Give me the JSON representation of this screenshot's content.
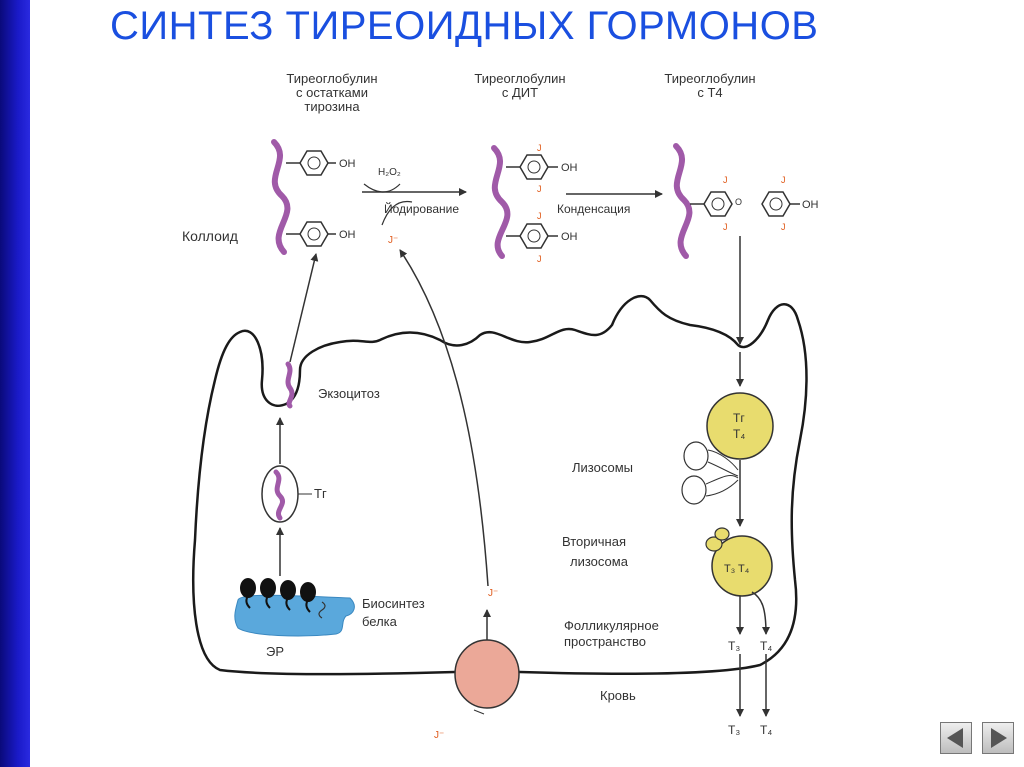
{
  "title": "СИНТЕЗ ТИРЕОИДНЫХ ГОРМОНОВ",
  "stage_headers": {
    "tyrosine": [
      "Тиреоглобулин",
      "с остатками",
      "тирозина"
    ],
    "dit": [
      "Тиреоглобулин",
      "с ДИТ"
    ],
    "t4": [
      "Тиреоглобулин",
      "с Т4"
    ]
  },
  "labels": {
    "colloid": "Коллоид",
    "iodination": "Йодирование",
    "condensation": "Конденсация",
    "exocytosis": "Экзоцитоз",
    "lysosomes": "Лизосомы",
    "secondary_lysosome": [
      "Вторичная",
      "лизосома"
    ],
    "follicular_space": [
      "Фолликулярное",
      "пространство"
    ],
    "blood": "Кровь",
    "biosynthesis": [
      "Биосинтез",
      "белка"
    ],
    "er": "ЭР",
    "tg": "Тг",
    "h2o2": "H₂O₂",
    "iodide": "J⁻",
    "oh": "OH",
    "iodine": "J",
    "o": "O",
    "t3": "T₃",
    "t4": "T₄",
    "lyso_tg": "Тг",
    "lyso_t4": "T₄",
    "sec_lyso": "T₃ T₄"
  },
  "colors": {
    "title": "#1a4fe0",
    "chain": "#a05aa8",
    "lysosome": "#e8dc6e",
    "er": "#5aa8dc",
    "transporter": "#eba898",
    "sidebar": "#1a1ac8"
  },
  "navigation": {
    "prev": "previous-slide",
    "next": "next-slide"
  }
}
